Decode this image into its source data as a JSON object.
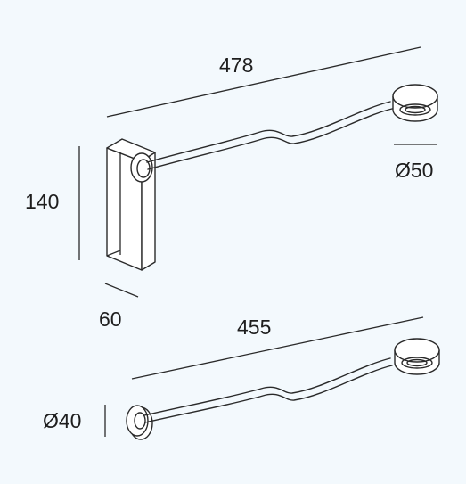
{
  "dimensions": {
    "overall_length_top": "478",
    "overall_length_bottom": "455",
    "height": "140",
    "depth": "60",
    "head_diameter": "Ø50",
    "base_diameter": "Ø40"
  },
  "colors": {
    "background": "#f3f9fd",
    "stroke": "#2a2a2a",
    "text": "#1e1e1e"
  }
}
